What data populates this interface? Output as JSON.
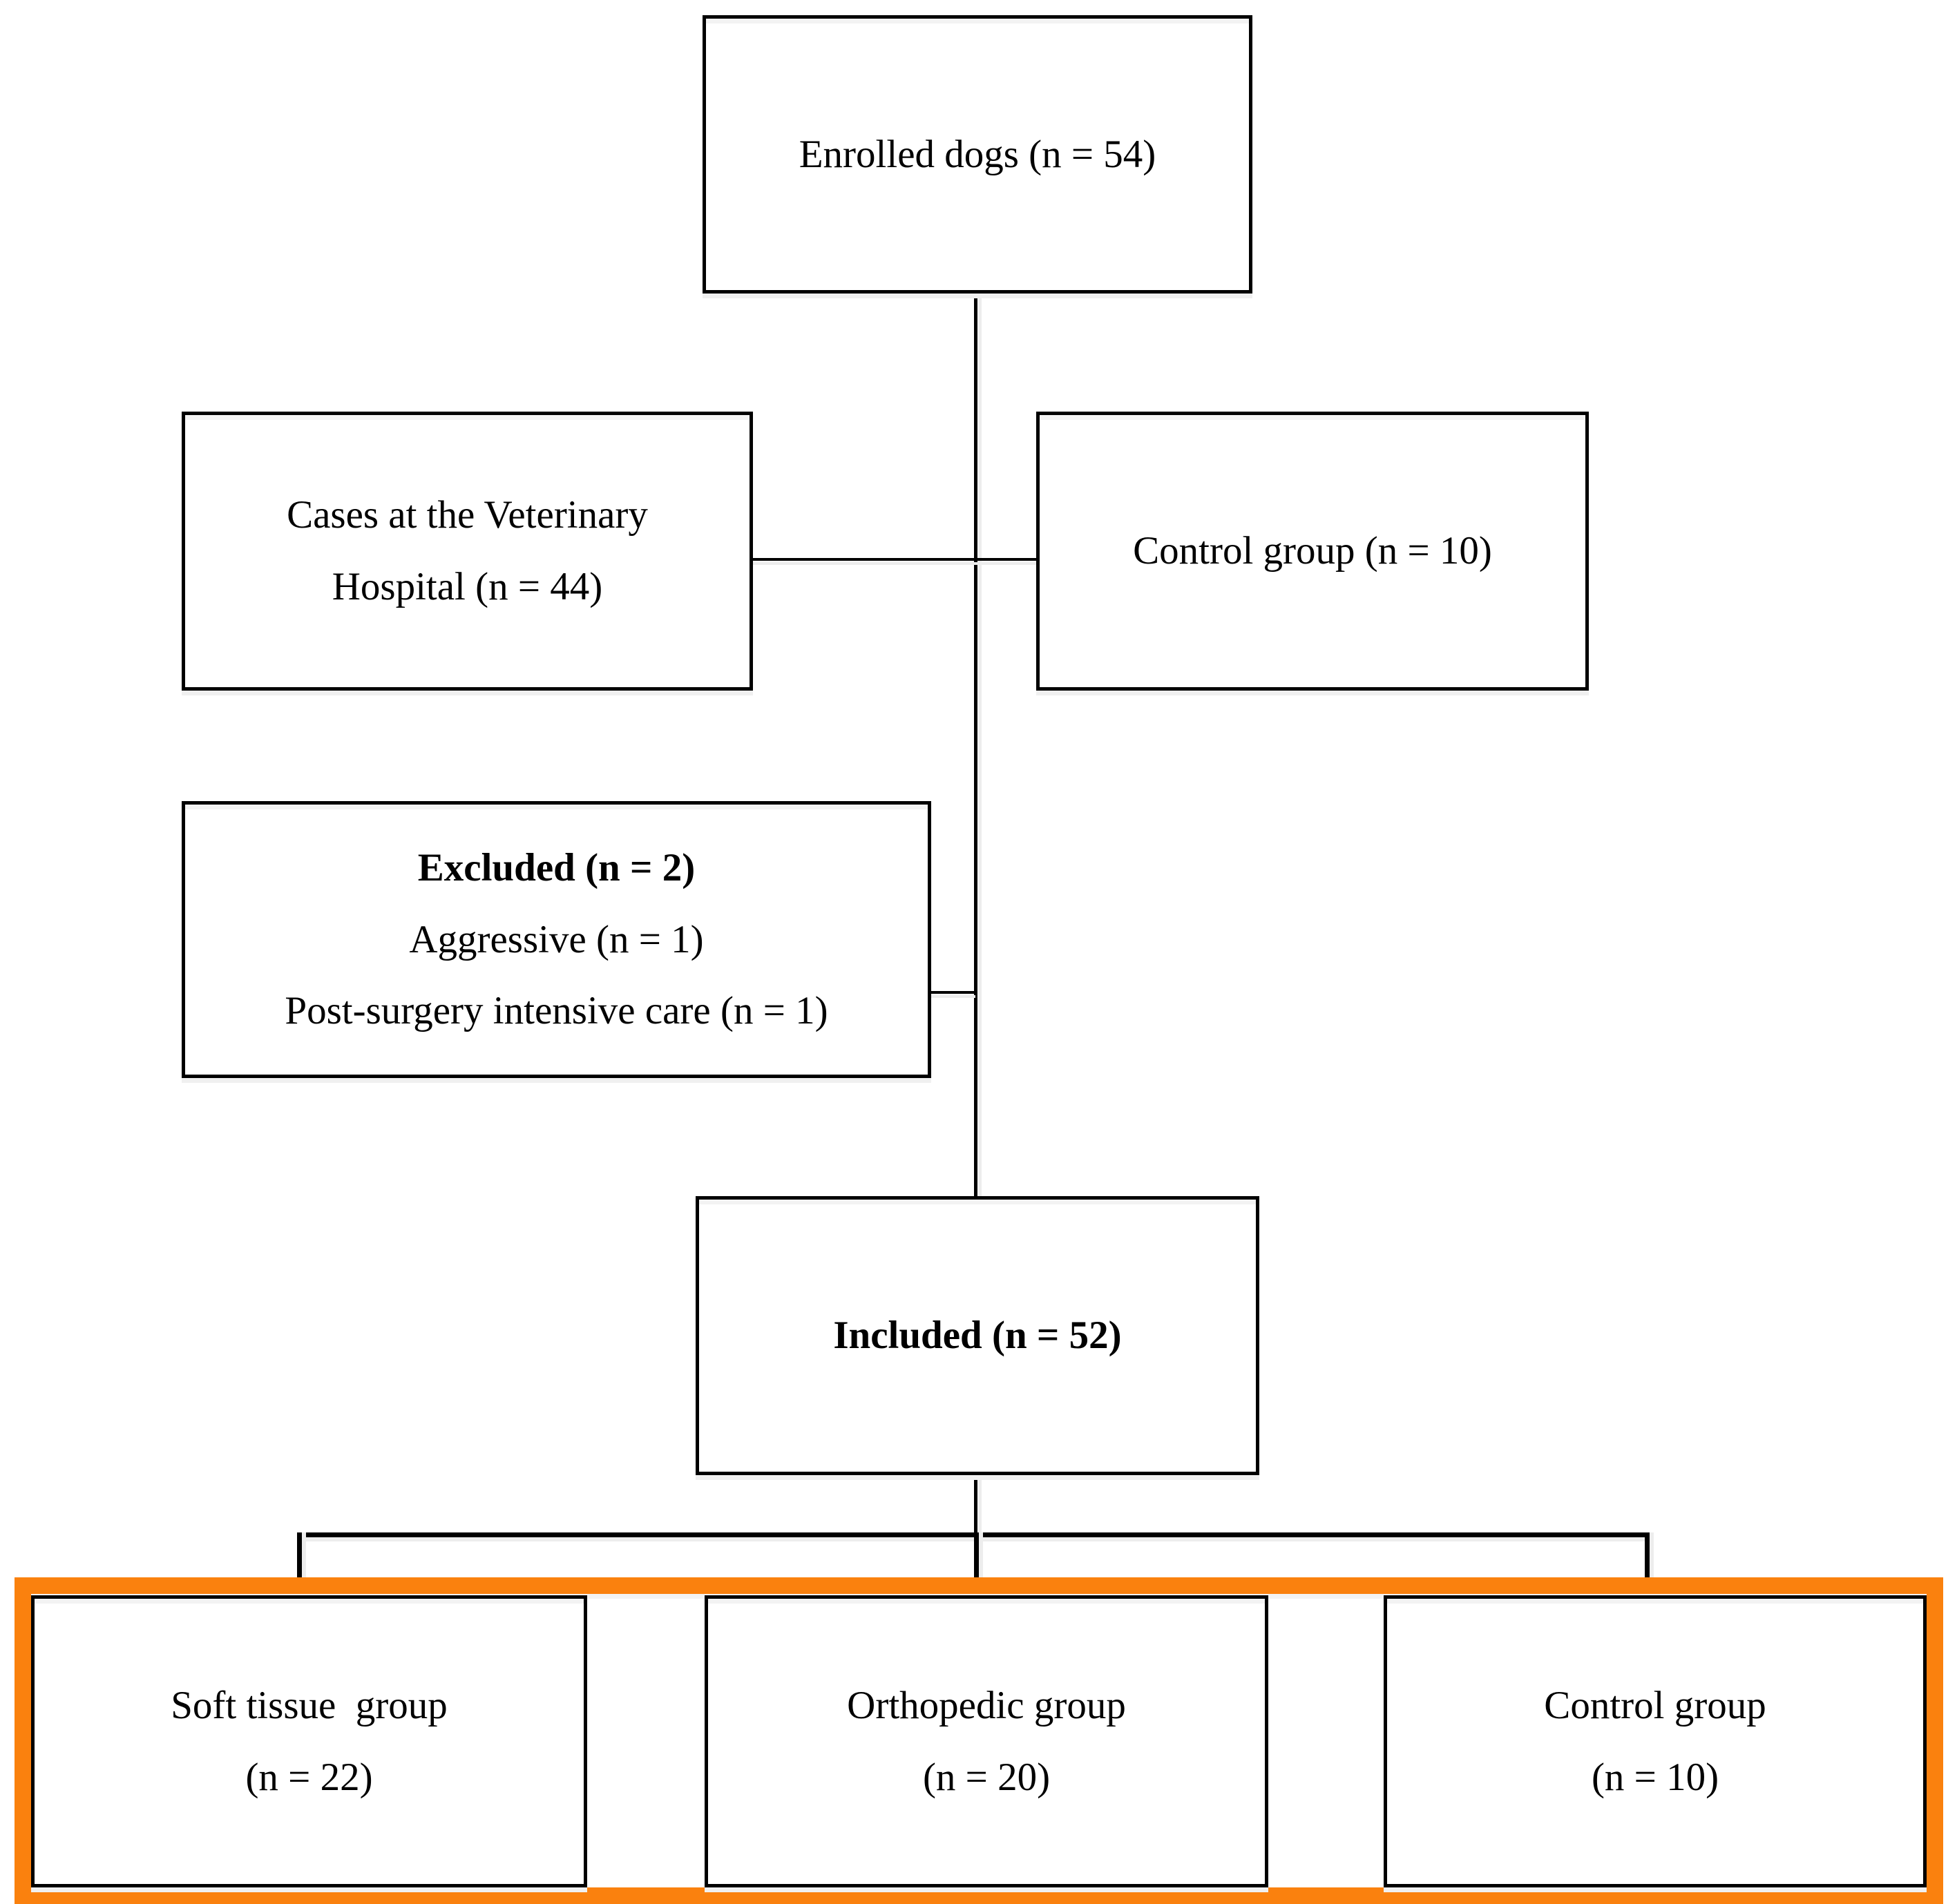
{
  "figure": {
    "type": "study-enrollment-flow-diagram",
    "background": "#ffffff"
  },
  "colors": {
    "box_border": "#000000",
    "connector": "#000000",
    "highlight_frame_orange": "#FA810E",
    "shadow_gray": "#f0f0f0",
    "text": "#000000"
  },
  "boxes": {
    "enrolled": {
      "lines": [
        "Enrolled dogs (n = 54)"
      ]
    },
    "cases": {
      "lines": [
        "Cases at the Veterinary",
        "Hospital (n = 44)"
      ]
    },
    "control_top": {
      "lines": [
        "Control group (n = 10)"
      ]
    },
    "excluded": {
      "lines": [
        "Excluded (n = 2)",
        "Aggressive (n = 1)",
        "Post-surgery intensive care (n = 1)"
      ]
    },
    "included": {
      "lines": [
        "Included (n = 52)"
      ]
    },
    "soft_tissue": {
      "lines": [
        "Soft tissue  group",
        "(n = 22)"
      ]
    },
    "orthopedic": {
      "lines": [
        "Orthopedic group",
        "(n = 20)"
      ]
    },
    "control_bottom": {
      "lines": [
        "Control group",
        "(n = 10)"
      ]
    }
  }
}
